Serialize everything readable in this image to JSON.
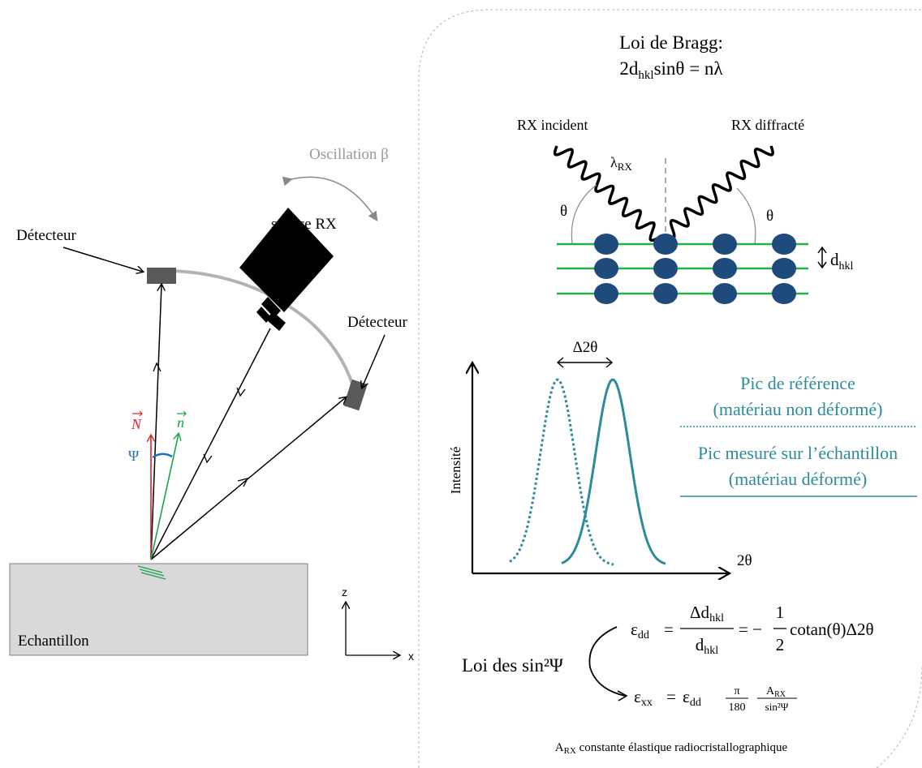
{
  "left_panel": {
    "oscillation_label": "Oscillation β",
    "source_label": "source RX",
    "detector_left_label": "Détecteur",
    "detector_right_label": "Détecteur",
    "normal_label": "N",
    "local_normal_label": "n",
    "psi_label": "Ψ",
    "sample_label": "Echantillon",
    "axis_z_label": "z",
    "axis_x_label": "x"
  },
  "right_panel": {
    "bragg_title": "Loi de Bragg:",
    "bragg_formula": {
      "pre": "2d",
      "sub": "hkl",
      "post": "sinθ = nλ"
    },
    "incident_label": "RX incident",
    "diffracted_label": "RX diffracté",
    "lambda_label": {
      "main": "λ",
      "sub": "RX"
    },
    "theta_left": "θ",
    "theta_right": "θ",
    "dhkl_label": {
      "main": "d",
      "sub": "hkl"
    },
    "delta_label": "Δ2θ",
    "y_axis_label": "Intensité",
    "x_axis_label": "2θ",
    "legend": {
      "reference_line1": "Pic de référence",
      "reference_line2": "(matériau non déformé)",
      "measured_line1": "Pic mesuré sur l’échantillon",
      "measured_line2": "(matériau déformé)"
    },
    "sin2psi_label": "Loi des  sin²Ψ",
    "eq1": {
      "lhs": "ε",
      "lhs_sub": "dd",
      "num": "Δd",
      "num_sub": "hkl",
      "den": "d",
      "den_sub": "hkl",
      "mid": "= −",
      "half_num": "1",
      "half_den": "2",
      "rhs": "cotan(θ)Δ2θ"
    },
    "eq2": {
      "lhs": "ε",
      "lhs_sub": "xx",
      "eps": "ε",
      "eps_sub": "dd",
      "pi_num": "π",
      "pi_den": "180",
      "a_num": "A",
      "a_num_sub": "RX",
      "a_den": "sin²Ψ"
    },
    "footnote": {
      "main": "A",
      "sub": "RX",
      "text": " constante élastique radiocristallographique"
    }
  },
  "colors": {
    "teal": "#2e8b99",
    "red": "#e0202a",
    "green": "#1aa34a",
    "blue": "#1f6fb8",
    "atom_blue": "#1f4a7c",
    "lattice_green": "#22b04b",
    "gray_arc": "#b3b3b3",
    "sample_gray": "#d9d9d9"
  }
}
